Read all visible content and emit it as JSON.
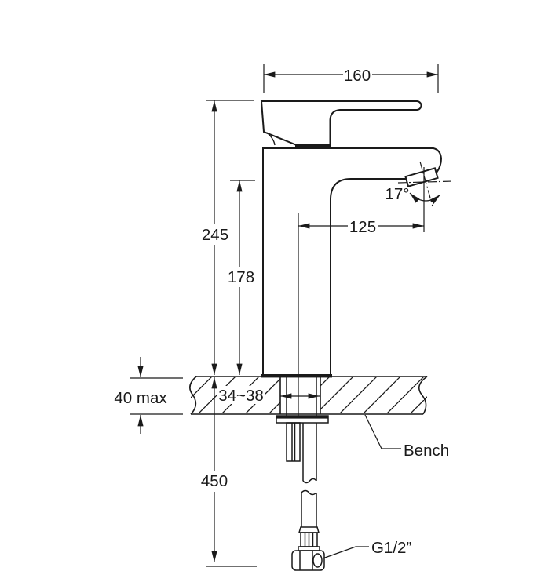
{
  "drawing": {
    "background": "#ffffff",
    "line_color": "#1a1a1a",
    "labels": {
      "overall_width": "160",
      "overall_height": "245",
      "spout_height": "178",
      "spout_reach": "125",
      "spout_angle": "17°",
      "bench_thickness": "40 max",
      "hole_size": "34~38",
      "bench": "Bench",
      "below_bench_length": "450",
      "thread": "G1/2”"
    }
  }
}
